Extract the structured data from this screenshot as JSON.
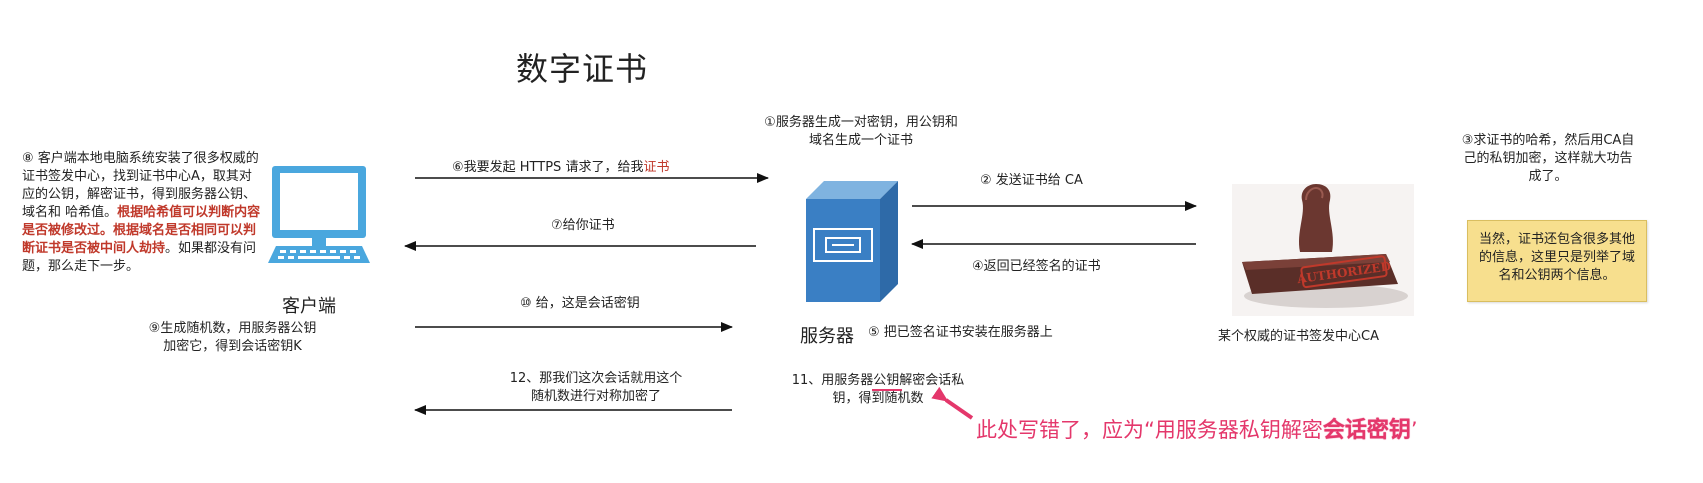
{
  "title": "数字证书",
  "client": {
    "label": "客户端",
    "note_prefix": "⑧ 客户端本地电脑系统安装了很多权威的证书签发中心，找到证书中心A，取其对应的公钥，解密证书，得到服务器公钥、域名和 哈希值。",
    "note_red": "根据哈希值可以判断内容是否被修改过。根据域名是否相同可以判断证书是否被中间人劫持",
    "note_suffix": "。如果都没有问题，那么走下一步。"
  },
  "server": {
    "label": "服务器"
  },
  "ca": {
    "label": "某个权威的证书签发中心CA",
    "stamp_text": "AUTHORIZED"
  },
  "steps": {
    "s1": "①服务器生成一对密钥，用公钥和\n域名生成一个证书",
    "s2": "② 发送证书给 CA",
    "s3": "③求证书的哈希，然后用CA自\n己的私钥加密，这样就大功告\n成了。",
    "s4": "④返回已经签名的证书",
    "s5": "⑤ 把已签名证书安装在服务器上",
    "s6_prefix": "⑥我要发起 HTTPS 请求了，给我",
    "s6_red": "证书",
    "s7": "⑦给你证书",
    "s9": "⑨生成随机数，用服务器公钥\n加密它，得到会话密钥K",
    "s10": "⑩ 给，这是会话密钥",
    "s11": "11、用服务器公钥解密会话私\n钥，得到随机数",
    "s12": "12、那我们这次会话就用这个\n随机数进行对称加密了"
  },
  "sticky_note": "当然，证书还包含很多其他\n的信息，这里只是列举了域\n名和公钥两个信息。",
  "correction": {
    "prefix": "此处写错了，应为“用服务器私钥解密",
    "bold": "会话密钥",
    "suffix": "’"
  },
  "colors": {
    "server_blue": "#3a7fc4",
    "monitor_blue": "#4aa7de",
    "accent_red": "#c0392b",
    "correction_pink": "#e4376b",
    "note_yellow": "#f7df8e"
  }
}
